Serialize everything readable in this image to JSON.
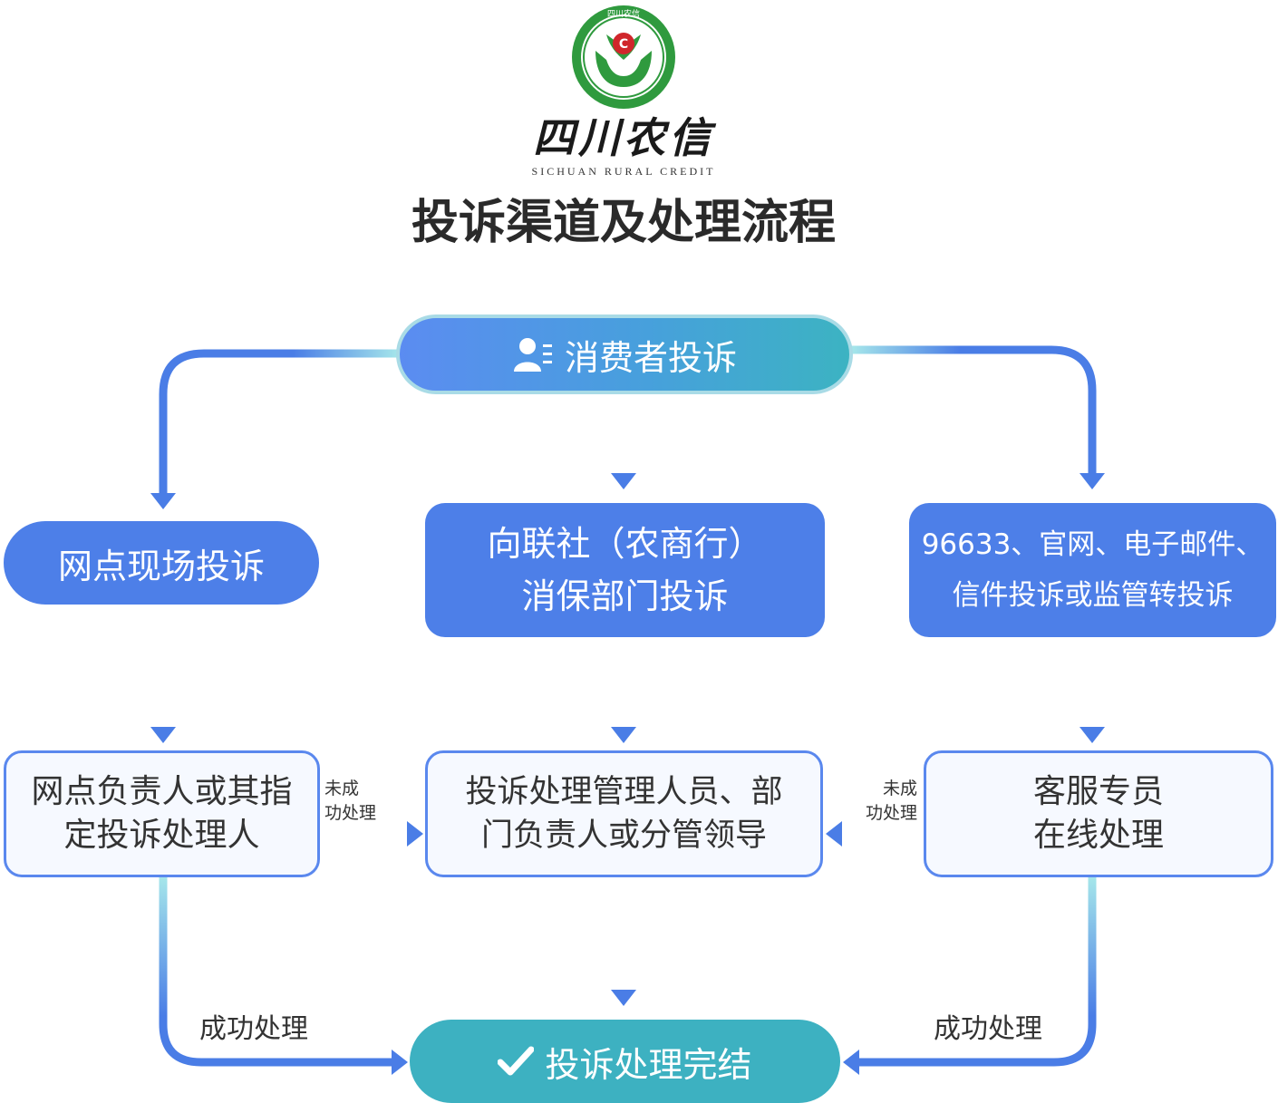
{
  "header": {
    "logo_text": "四川农信",
    "brand_cn": "四川农信",
    "brand_en": "SICHUAN RURAL CREDIT",
    "title": "投诉渠道及处理流程"
  },
  "nodes": {
    "consumer": "消费者投诉",
    "branch": "网点现场投诉",
    "union_line1": "向联社（农商行）",
    "union_line2": "消保部门投诉",
    "channels_line1": "96633、官网、电子邮件、",
    "channels_line2": "信件投诉或监管转投诉",
    "branch_handler_line1": "网点负责人或其指",
    "branch_handler_line2": "定投诉处理人",
    "manager_line1": "投诉处理管理人员、部",
    "manager_line2": "门负责人或分管领导",
    "service_line1": "客服专员",
    "service_line2": "在线处理",
    "done": "投诉处理完结"
  },
  "labels": {
    "fail_left_line1": "未成",
    "fail_left_line2": "功处理",
    "fail_right_line1": "未成",
    "fail_right_line2": "功处理",
    "success_left": "成功处理",
    "success_right": "成功处理"
  },
  "icons": {
    "consumer": "user-list-icon",
    "done": "checkmark-icon",
    "logo": "sichuan-rural-credit-emblem-icon"
  },
  "colors": {
    "blue": "#4d7fe8",
    "teal": "#3db1c1",
    "light_teal": "#a9dbe6",
    "arrow": "#4a7de6"
  }
}
